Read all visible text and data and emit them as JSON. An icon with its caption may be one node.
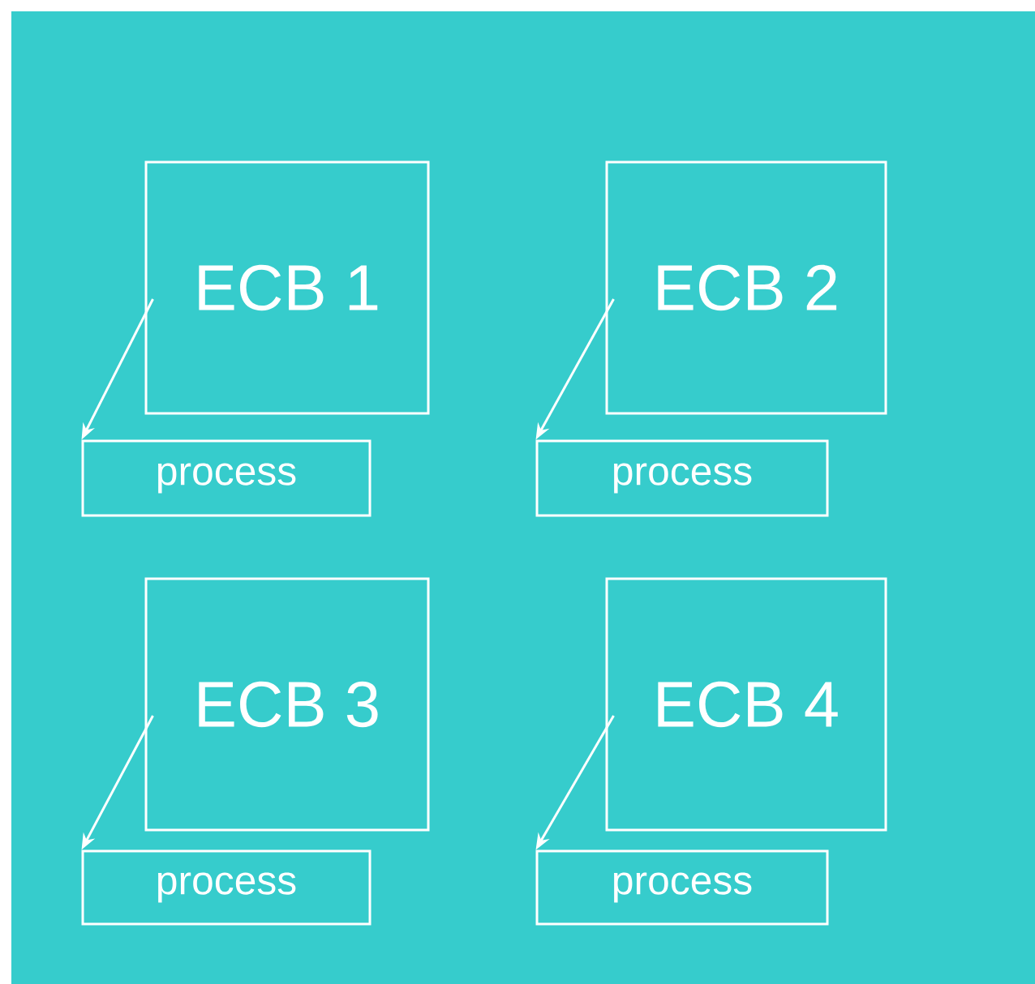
{
  "diagram": {
    "nodes": [
      {
        "text": [
          "ECB 1"
        ]
      },
      {
        "text": [
          "process"
        ]
      },
      {
        "text": [
          "ECB 2"
        ]
      },
      {
        "text": [
          "process"
        ]
      },
      {
        "text": [
          "ECB 3"
        ]
      },
      {
        "text": [
          "process"
        ]
      },
      {
        "text": [
          "ECB 4"
        ]
      },
      {
        "text": [
          "process"
        ]
      }
    ],
    "edges": [
      {
        "from": 0,
        "to": 1,
        "arrow": "to"
      },
      {
        "from": 2,
        "to": 3,
        "arrow": "to"
      },
      {
        "from": 4,
        "to": 5,
        "arrow": "to"
      },
      {
        "from": 6,
        "to": 7,
        "arrow": "to"
      }
    ]
  }
}
